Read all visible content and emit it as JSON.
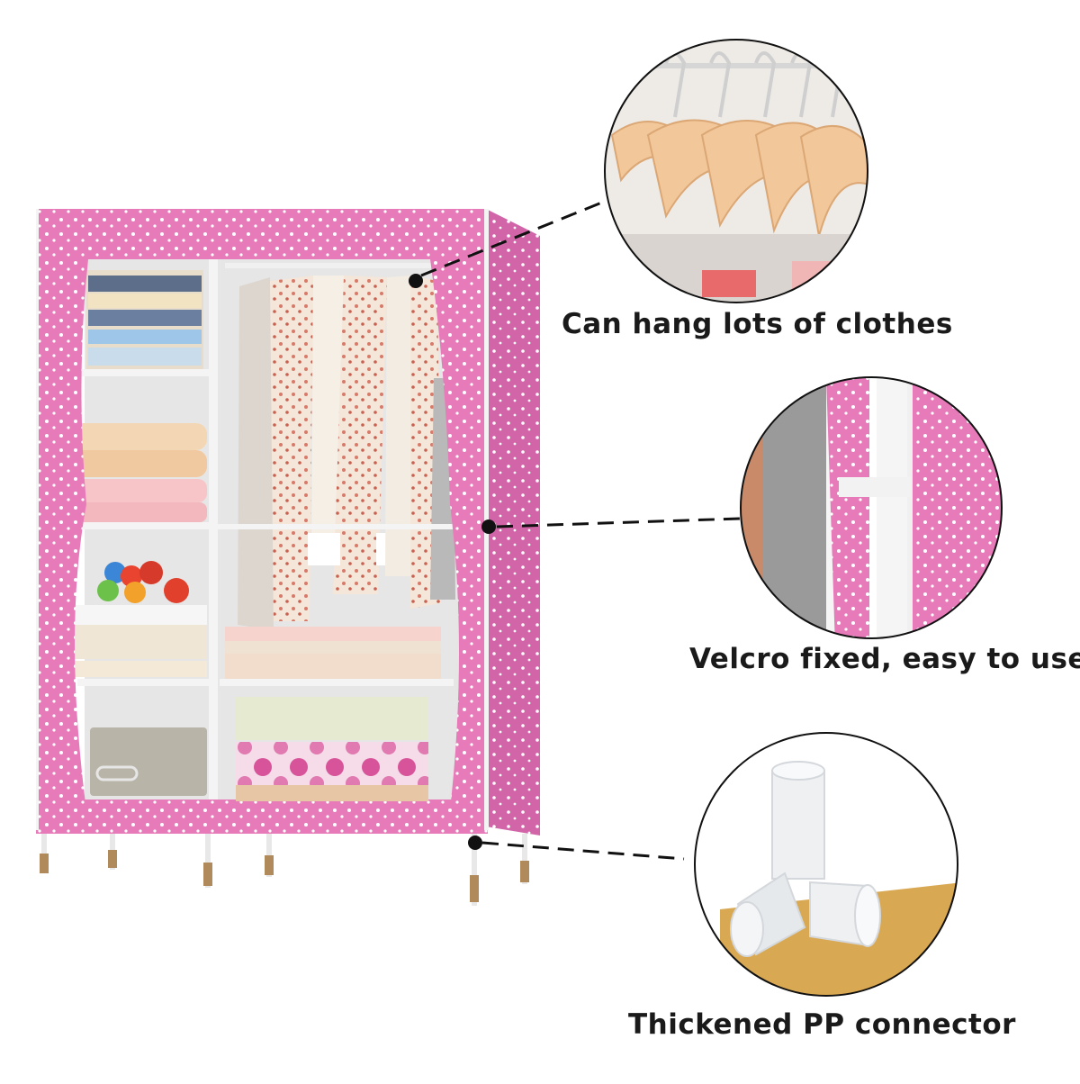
{
  "callouts": [
    {
      "caption": "Can hang lots of clothes"
    },
    {
      "caption": "Velcro fixed, easy to use"
    },
    {
      "caption": "Thickened PP connector"
    }
  ],
  "colors": {
    "cover_pink": "#e77ab9",
    "cover_dark": "#c85a9c",
    "frame_white": "#f4f4f4",
    "shelf_bg": "#dcdcdc",
    "hanger_wood": "#f2c79a",
    "floor_wood": "#d9a852",
    "connector": "#eef0f2"
  },
  "icons": [
    "hanger-detail-icon",
    "velcro-detail-icon",
    "pp-connector-icon"
  ]
}
